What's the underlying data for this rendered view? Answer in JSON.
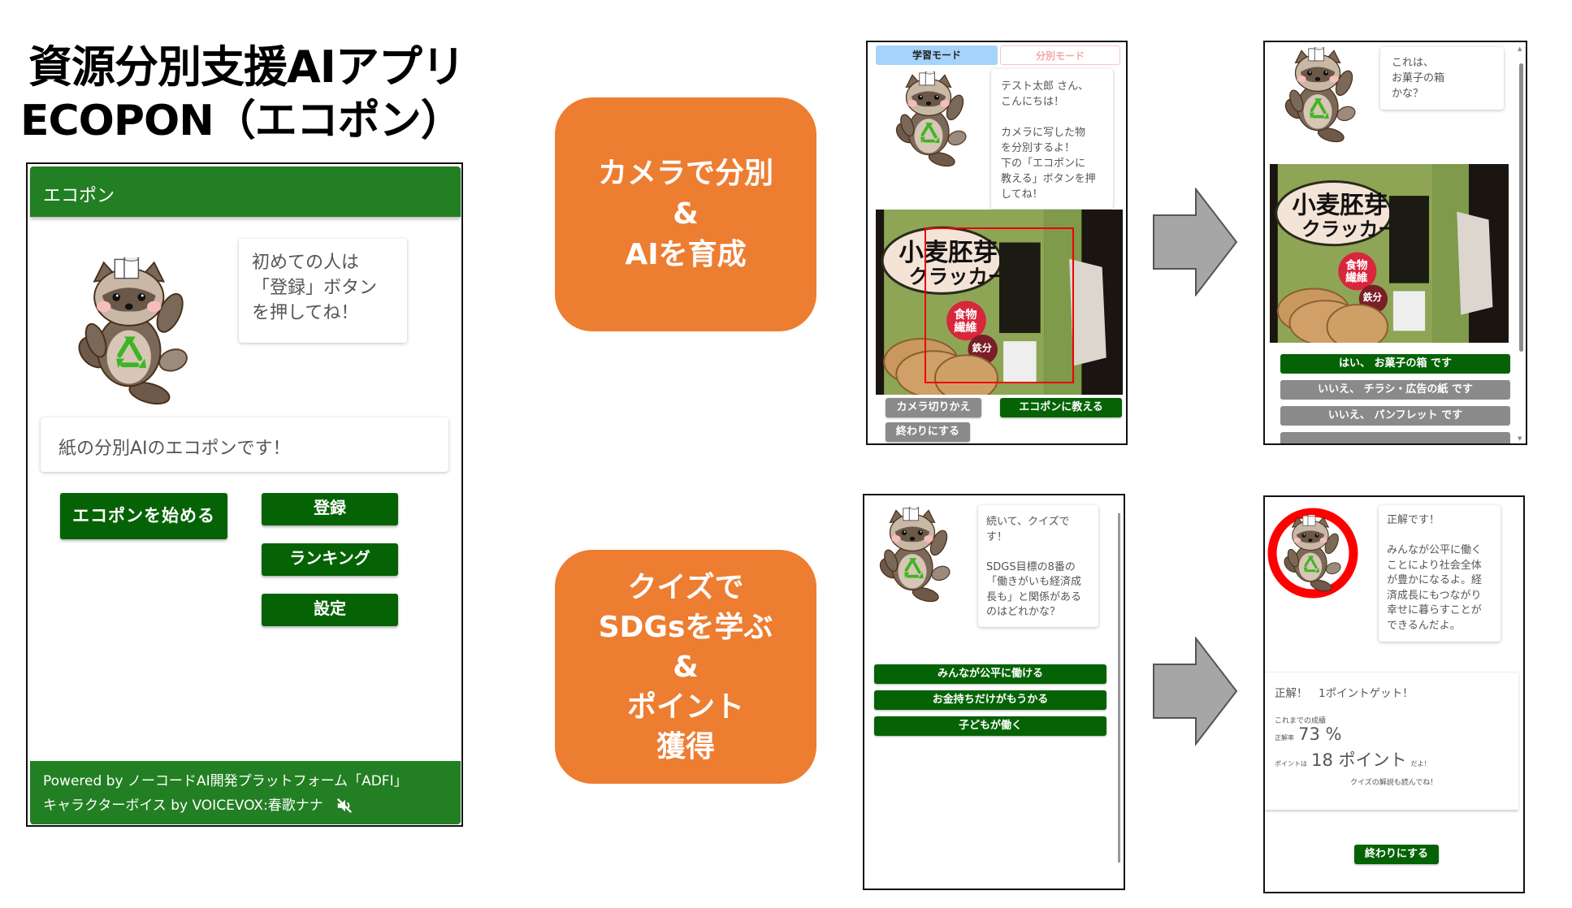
{
  "title": {
    "line1": "資源分別支援AIアプリ",
    "line2": "ECOPON（エコポン）"
  },
  "colors": {
    "header_green": "#237F23",
    "button_green": "#056305",
    "button_grey": "#8A8A8A",
    "feature_orange": "#ED7D31",
    "tab_active_blue": "#A6D3FB",
    "detection_red": "#EE0000"
  },
  "home_screen": {
    "app_title": "エコポン",
    "speech_bubble": "初めての人は「登録」ボタンを押してね！",
    "description": "紙の分別AIのエコポンです！",
    "buttons": {
      "start": "エコポンを始める",
      "register": "登録",
      "ranking": "ランキング",
      "settings": "設定"
    },
    "footer": {
      "powered_by": "Powered by ノーコードAI開発プラットフォーム「ADFI」",
      "voice_credit": "キャラクターボイス by VOICEVOX:春歌ナナ",
      "mute_icon": "speaker-muted-icon"
    }
  },
  "features": [
    {
      "label": "カメラで分別\n&\nAIを育成",
      "lines": [
        "カメラで分別",
        "&",
        "AIを育成"
      ]
    },
    {
      "label": "クイズで\nSDGsを学ぶ\n&\nポイント\n獲得",
      "lines": [
        "クイズで",
        "SDGsを学ぶ",
        "&",
        "ポイント",
        "獲得"
      ]
    }
  ],
  "camera_screen": {
    "tabs": [
      {
        "label": "学習モード",
        "active": true
      },
      {
        "label": "分別モード",
        "active": false
      }
    ],
    "speech_bubble": "テスト太郎 さん、\nこんにちは！\n\nカメラに写した物\nを分別するよ！\n下の「エコポンに\n教える」ボタンを押\nしてね！",
    "photo_subject": "小麦胚芽のクラッカー",
    "buttons": {
      "switch_camera": "カメラ切りかえ",
      "teach": "エコポンに教える",
      "end": "終わりにする"
    }
  },
  "classify_screen": {
    "speech_bubble": "これは、\nお菓子の箱\nかな？",
    "photo_subject": "小麦胚芽のクラッカー",
    "answers": [
      {
        "label": "はい、 お菓子の箱 です",
        "primary": true
      },
      {
        "label": "いいえ、 チラシ・広告の紙 です",
        "primary": false
      },
      {
        "label": "いいえ、 パンフレット です",
        "primary": false
      },
      {
        "label": "",
        "primary": false
      }
    ]
  },
  "quiz_screen": {
    "speech_bubble": "続いて、クイズで\nす！\n\nSDGS目標の8番の\n「働きがいも経済成\n長も」と関係がある\nのはどれかな？",
    "options": [
      "みんなが公平に働ける",
      "お金持ちだけがもうかる",
      "子どもが働く"
    ]
  },
  "result_screen": {
    "speech_bubble": "正解です！\n\nみんなが公平に働く\nことにより社会全体\nが豊かになるよ。経\n済成長にもつながり\n幸せに暮らすことが\nできるんだよ。",
    "result_line": "正解！　1ポイントゲット！",
    "history_label": "これまでの成績",
    "accuracy_label": "正解率",
    "accuracy_value": "73 %",
    "points_label": "ポイントは",
    "points_value": "18 ポイント",
    "points_suffix": "だよ！",
    "hint": "クイズの解説も読んでね！",
    "end_button": "終わりにする"
  }
}
